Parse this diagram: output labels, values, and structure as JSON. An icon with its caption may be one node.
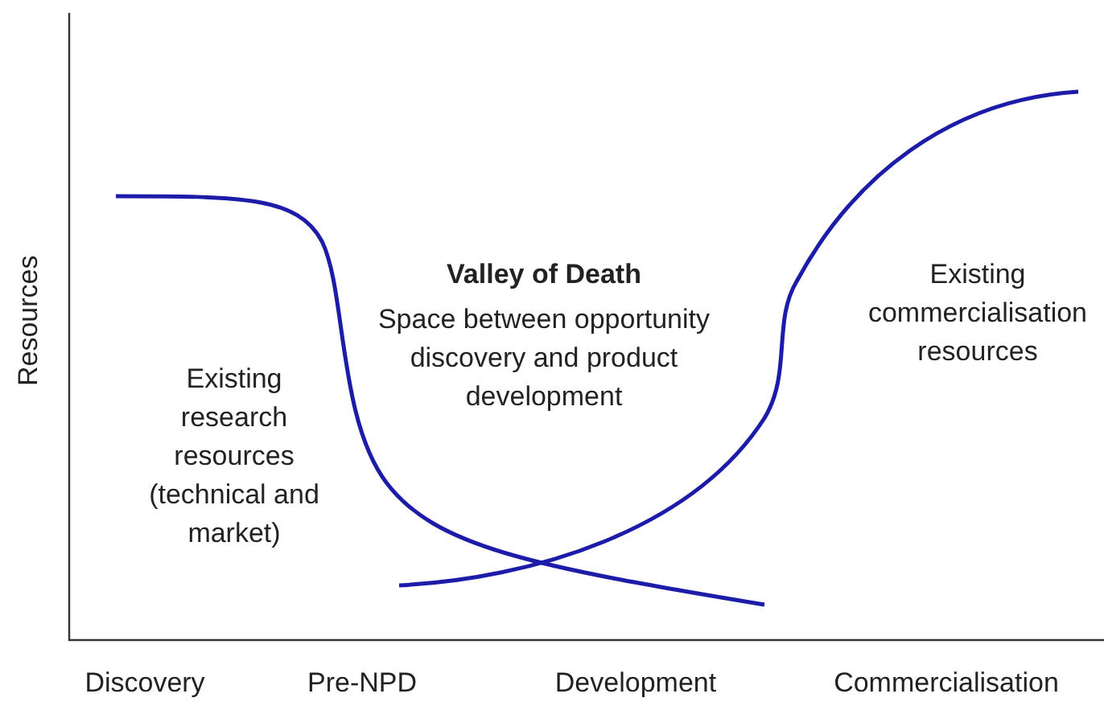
{
  "diagram": {
    "labels": [
      "Resources",
      "Existing research resources (technical and market)",
      "Valley of Death",
      "Space between opportunity discovery and product development",
      "Existing commercialisation resources",
      "Discovery",
      "Pre-NPD",
      "Development",
      "Commercialisation"
    ]
  }
}
